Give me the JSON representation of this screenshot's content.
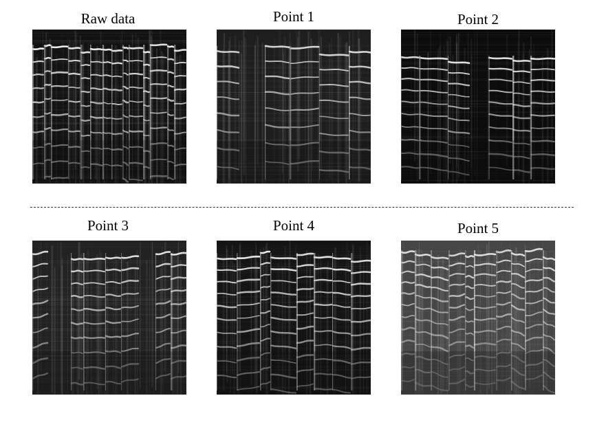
{
  "figure": {
    "panels": [
      {
        "id": "raw",
        "title": "Raw data",
        "style": "raw"
      },
      {
        "id": "p1",
        "title": "Point 1",
        "style": "p1"
      },
      {
        "id": "p2",
        "title": "Point 2",
        "style": "p2"
      },
      {
        "id": "p3",
        "title": "Point 3",
        "style": "p3"
      },
      {
        "id": "p4",
        "title": "Point 4",
        "style": "p4"
      },
      {
        "id": "p5",
        "title": "Point 5",
        "style": "p5"
      }
    ]
  }
}
